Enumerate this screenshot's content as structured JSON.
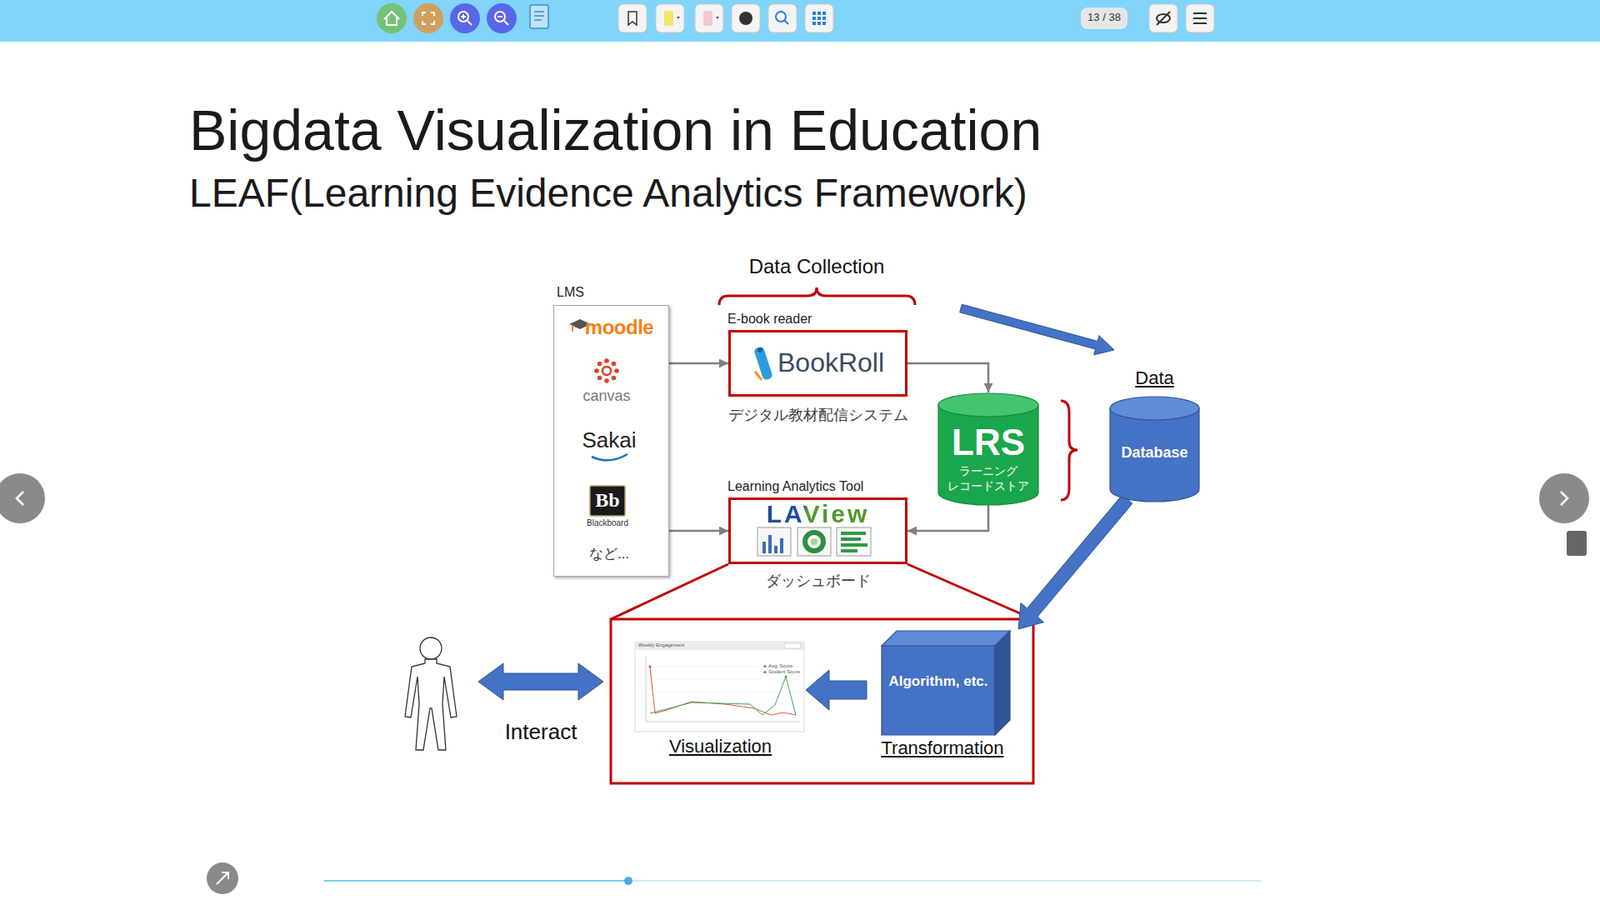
{
  "diagram": {
    "title": "Bigdata Visualization in Education",
    "nodes": [
      {
        "text": [
          "LMS"
        ]
      },
      {
        "text": [
          "E-book reader",
          "BookRoll",
          "デジタル教材配信システム"
        ]
      },
      {
        "text": [
          "LRS",
          "ラーニング レコードストア"
        ]
      },
      {
        "text": [
          "Learning Analytics Tool",
          "LAView",
          "ダッシュボード"
        ]
      },
      {
        "text": [
          "Data",
          "Database"
        ]
      },
      {
        "text": [
          "Visualization"
        ]
      },
      {
        "text": [
          "Algorithm, etc.",
          "Transformation"
        ]
      }
    ],
    "edges": [
      {
        "from": 0,
        "to": 1,
        "arrow": "to"
      },
      {
        "from": 0,
        "to": 3,
        "arrow": "to"
      },
      {
        "from": 1,
        "to": 2,
        "arrow": "to"
      },
      {
        "from": 2,
        "to": 3,
        "arrow": "to"
      },
      {
        "from": 4,
        "to": 6,
        "arrow": "to"
      },
      {
        "from": 6,
        "to": 5,
        "arrow": "to"
      }
    ],
    "labels": [
      "13 / 38",
      "LEAF(Learning Evidence Analytics Framework)",
      "Data Collection",
      "moodle",
      "canvas",
      "Sakai",
      "Bb",
      "Blackboard",
      "など...",
      "Weekly Engagement",
      "Avg. Score",
      "Student Score",
      "Interact"
    ]
  }
}
